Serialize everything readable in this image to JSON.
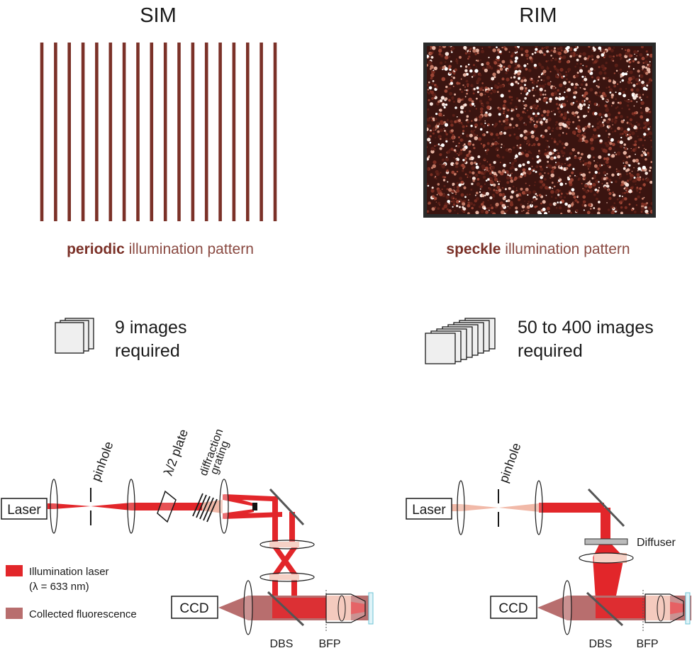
{
  "colors": {
    "pattern": "#7b3128",
    "laser": "#e2262a",
    "fluorescence": "#b86e6e",
    "lens_light": "#f1b9a8",
    "text": "#1a1a1a",
    "caption_bold": "#7b3128",
    "caption_light": "#8a4a42"
  },
  "sim": {
    "title": "SIM",
    "caption_bold": "periodic",
    "caption_rest": " illumination pattern",
    "images_line1": "9 images",
    "images_line2": "required",
    "stack_count": 3,
    "stripe_count": 18,
    "setup": {
      "laser": "Laser",
      "pinhole": "pinhole",
      "half_wave_plate": "λ/2 plate",
      "grating_line1": "diffraction",
      "grating_line2": "grating",
      "ccd": "CCD",
      "dbs": "DBS",
      "bfp": "BFP"
    },
    "legend": {
      "illumination_line1": "Illumination laser",
      "illumination_line2": "(λ = 633 nm)",
      "fluorescence": "Collected fluorescence"
    }
  },
  "rim": {
    "title": "RIM",
    "caption_bold": "speckle",
    "caption_rest": " illumination pattern",
    "images_line1": "50 to 400 images",
    "images_line2": "required",
    "stack_count": 8,
    "setup": {
      "laser": "Laser",
      "pinhole": "pinhole",
      "diffuser": "Diffuser",
      "ccd": "CCD",
      "dbs": "DBS",
      "bfp": "BFP"
    }
  }
}
